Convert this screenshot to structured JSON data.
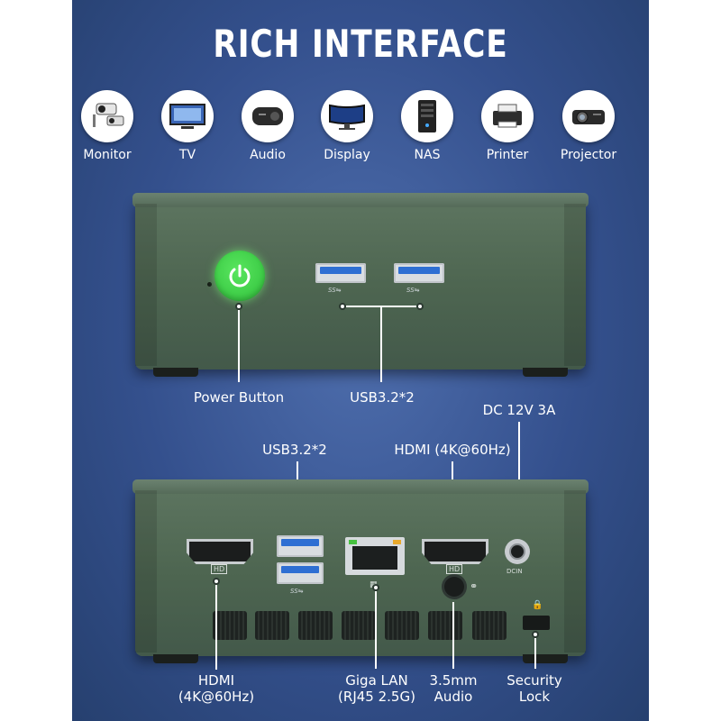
{
  "title": "RICH INTERFACE",
  "devices": [
    {
      "label": "Monitor",
      "icon": "security-camera-icon"
    },
    {
      "label": "TV",
      "icon": "tv-icon"
    },
    {
      "label": "Audio",
      "icon": "speaker-icon"
    },
    {
      "label": "Display",
      "icon": "curved-monitor-icon"
    },
    {
      "label": "NAS",
      "icon": "nas-server-icon"
    },
    {
      "label": "Printer",
      "icon": "printer-icon"
    },
    {
      "label": "Projector",
      "icon": "projector-icon"
    }
  ],
  "front": {
    "power_label": "Power Button",
    "usb_label": "USB3.2*2",
    "usb_port_text": "SS⇋"
  },
  "rear": {
    "dc_label": "DC 12V 3A",
    "usb_label": "USB3.2*2",
    "hdmi_top_label": "HDMI (4K@60Hz)",
    "hdmi_bottom_label_line1": "HDMI",
    "hdmi_bottom_label_line2": "(4K@60Hz)",
    "lan_label_line1": "Giga LAN",
    "lan_label_line2": "(RJ45 2.5G)",
    "audio_label_line1": "3.5mm",
    "audio_label_line2": "Audio",
    "lock_label_line1": "Security",
    "lock_label_line2": "Lock",
    "hd_tag": "HD",
    "dcin_tag": "DCIN",
    "usb_port_text": "SS⇋"
  },
  "colors": {
    "background": "#34508d",
    "case": "#4e6651",
    "power_button": "#3fd14a",
    "usb_blue": "#2e6fd3"
  }
}
